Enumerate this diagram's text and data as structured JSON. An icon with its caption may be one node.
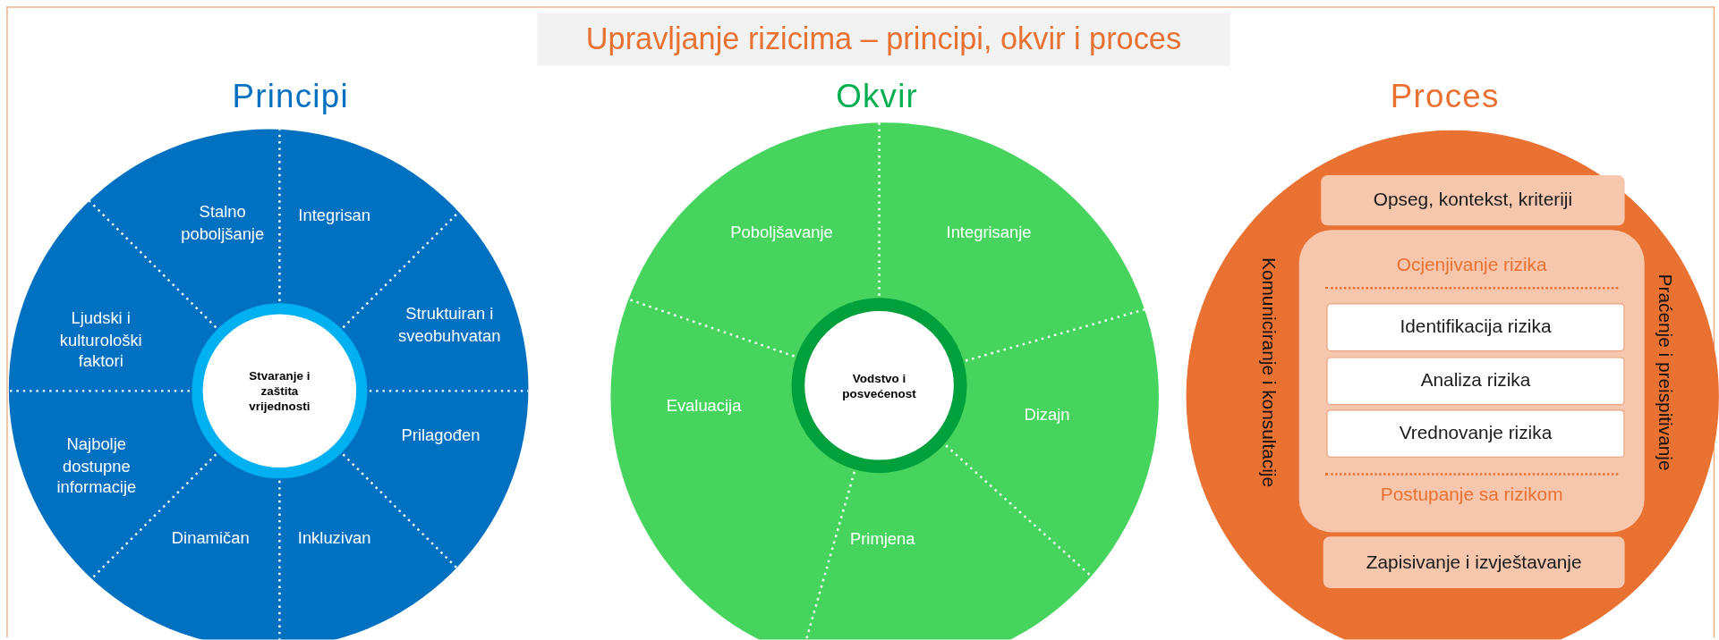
{
  "diagram": {
    "title": "Upravljanje rizicima – principi, okvir i proces",
    "nodes": [
      {
        "text": [
          "Principi"
        ]
      },
      {
        "text": [
          "Stalno poboljšanje"
        ],
        "in": 0
      },
      {
        "text": [
          "Integrisan"
        ],
        "in": 0
      },
      {
        "text": [
          "Ljudski i kulturološki faktori"
        ],
        "in": 0
      },
      {
        "text": [
          "Struktuiran i sveobuhvatan"
        ],
        "in": 0
      },
      {
        "text": [
          "Stvaranje i zaštita vrijednosti"
        ],
        "in": 0
      },
      {
        "text": [
          "Prilagođen"
        ],
        "in": 0
      },
      {
        "text": [
          "Najbolje dostupne informacije"
        ],
        "in": 0
      },
      {
        "text": [
          "Dinamičan"
        ],
        "in": 0
      },
      {
        "text": [
          "Inkluzivan"
        ],
        "in": 0
      },
      {
        "text": [
          "Okvir"
        ]
      },
      {
        "text": [
          "Poboljšavanje"
        ],
        "in": 10
      },
      {
        "text": [
          "Integrisanje"
        ],
        "in": 10
      },
      {
        "text": [
          "Vodstvo i posvećenost"
        ],
        "in": 10
      },
      {
        "text": [
          "Evaluacija"
        ],
        "in": 10
      },
      {
        "text": [
          "Dizajn"
        ],
        "in": 10
      },
      {
        "text": [
          "Primjena"
        ],
        "in": 10
      },
      {
        "text": [
          "Proces",
          "Komuniciranje i konsultacije",
          "Praćenje i preispitivanje"
        ]
      },
      {
        "text": [
          "Opseg, kontekst, kriteriji"
        ],
        "in": 17
      },
      {
        "text": [
          "Ocjenjivanje rizika",
          "Postupanje sa rizikom"
        ],
        "in": 17
      },
      {
        "text": [
          "Identifikacija rizika"
        ],
        "in": 19
      },
      {
        "text": [
          "Analiza rizika"
        ],
        "in": 19
      },
      {
        "text": [
          "Vrednovanje rizika"
        ],
        "in": 19
      },
      {
        "text": [
          "Zapisivanje i izvještavanje"
        ],
        "in": 17
      }
    ]
  }
}
